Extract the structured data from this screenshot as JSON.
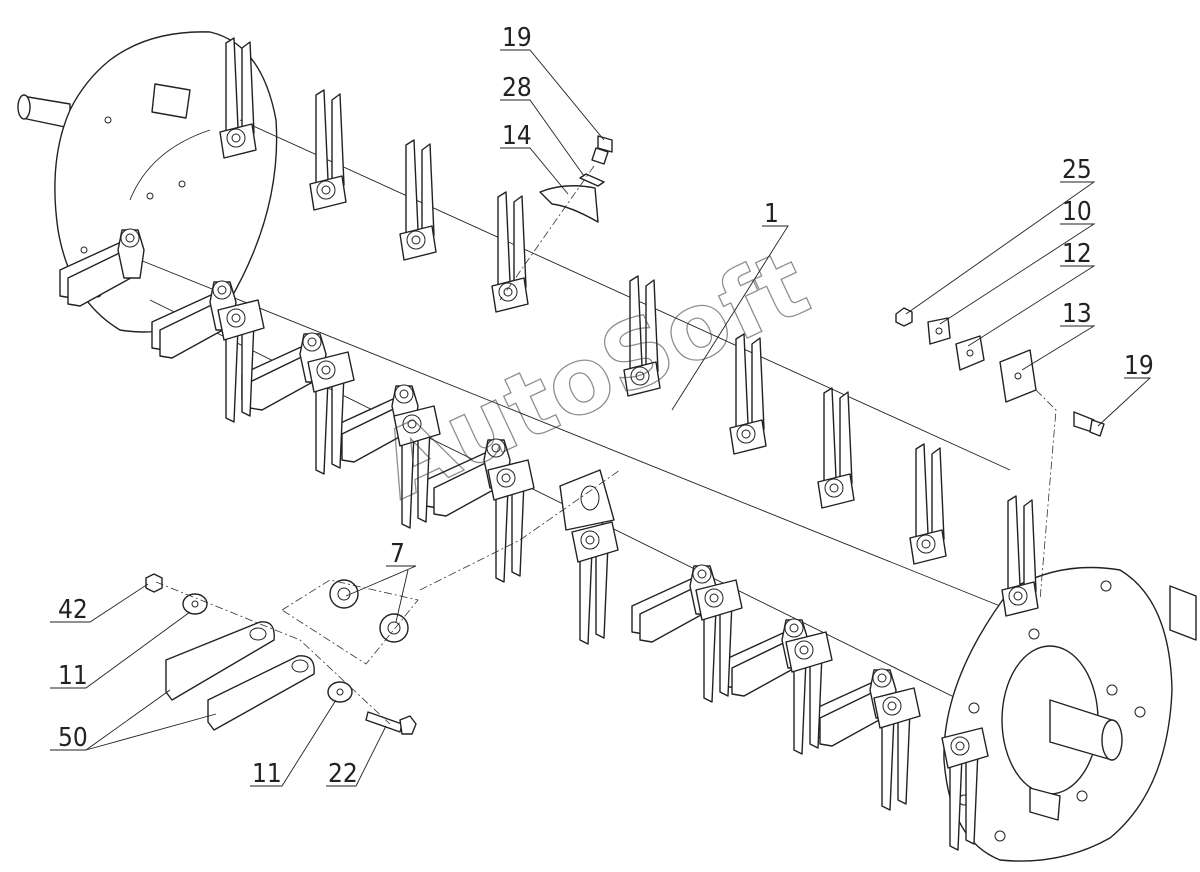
{
  "watermark": "AutoSoft",
  "callouts": {
    "c1": "1",
    "c7": "7",
    "c10": "10",
    "c11a": "11",
    "c11b": "11",
    "c12": "12",
    "c13": "13",
    "c14": "14",
    "c19a": "19",
    "c19b": "19",
    "c22": "22",
    "c25": "25",
    "c28": "28",
    "c42": "42",
    "c50": "50"
  }
}
